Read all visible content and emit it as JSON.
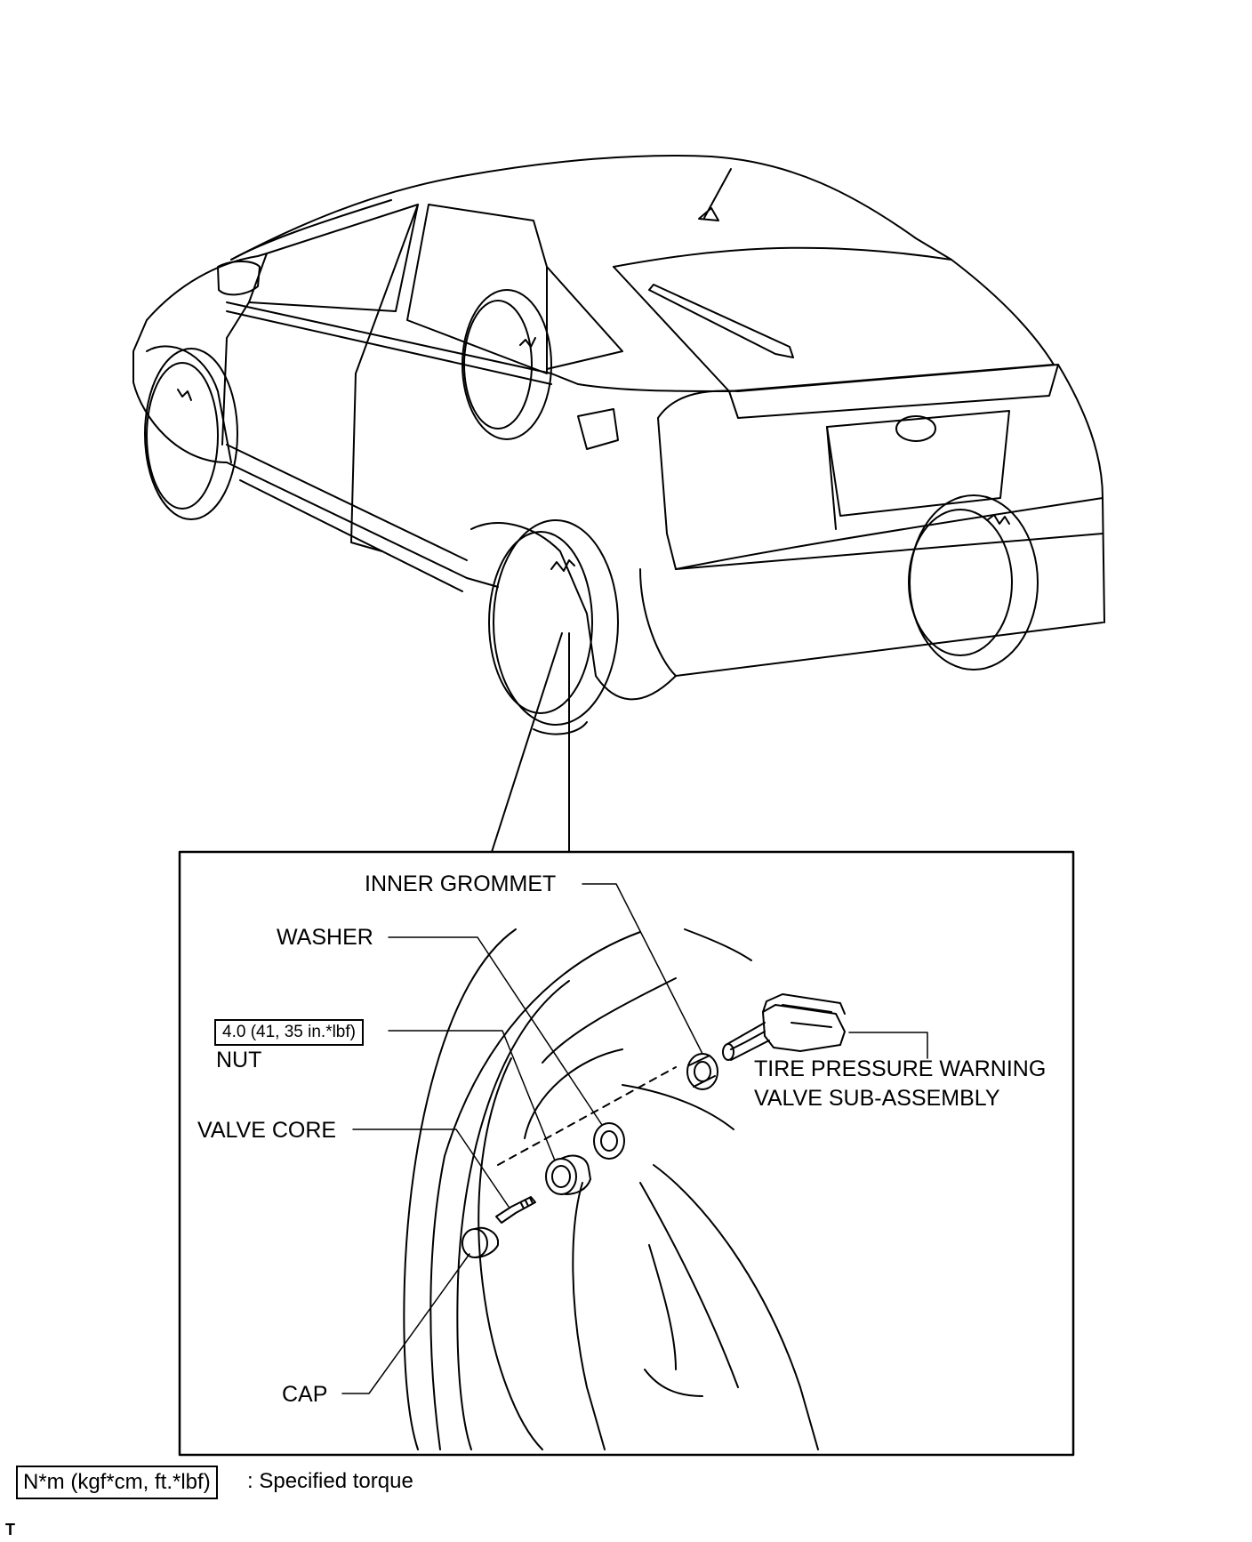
{
  "labels": {
    "inner_grommet": "INNER GROMMET",
    "washer": "WASHER",
    "torque_value": "4.0 (41, 35 in.*lbf)",
    "nut": "NUT",
    "valve_core": "VALVE CORE",
    "cap": "CAP",
    "tpw_line1": "TIRE PRESSURE WARNING",
    "tpw_line2": "VALVE SUB-ASSEMBLY"
  },
  "legend": {
    "unit_box": "N*m (kgf*cm, ft.*lbf)",
    "description": ": Specified torque"
  },
  "corner_mark": "T"
}
